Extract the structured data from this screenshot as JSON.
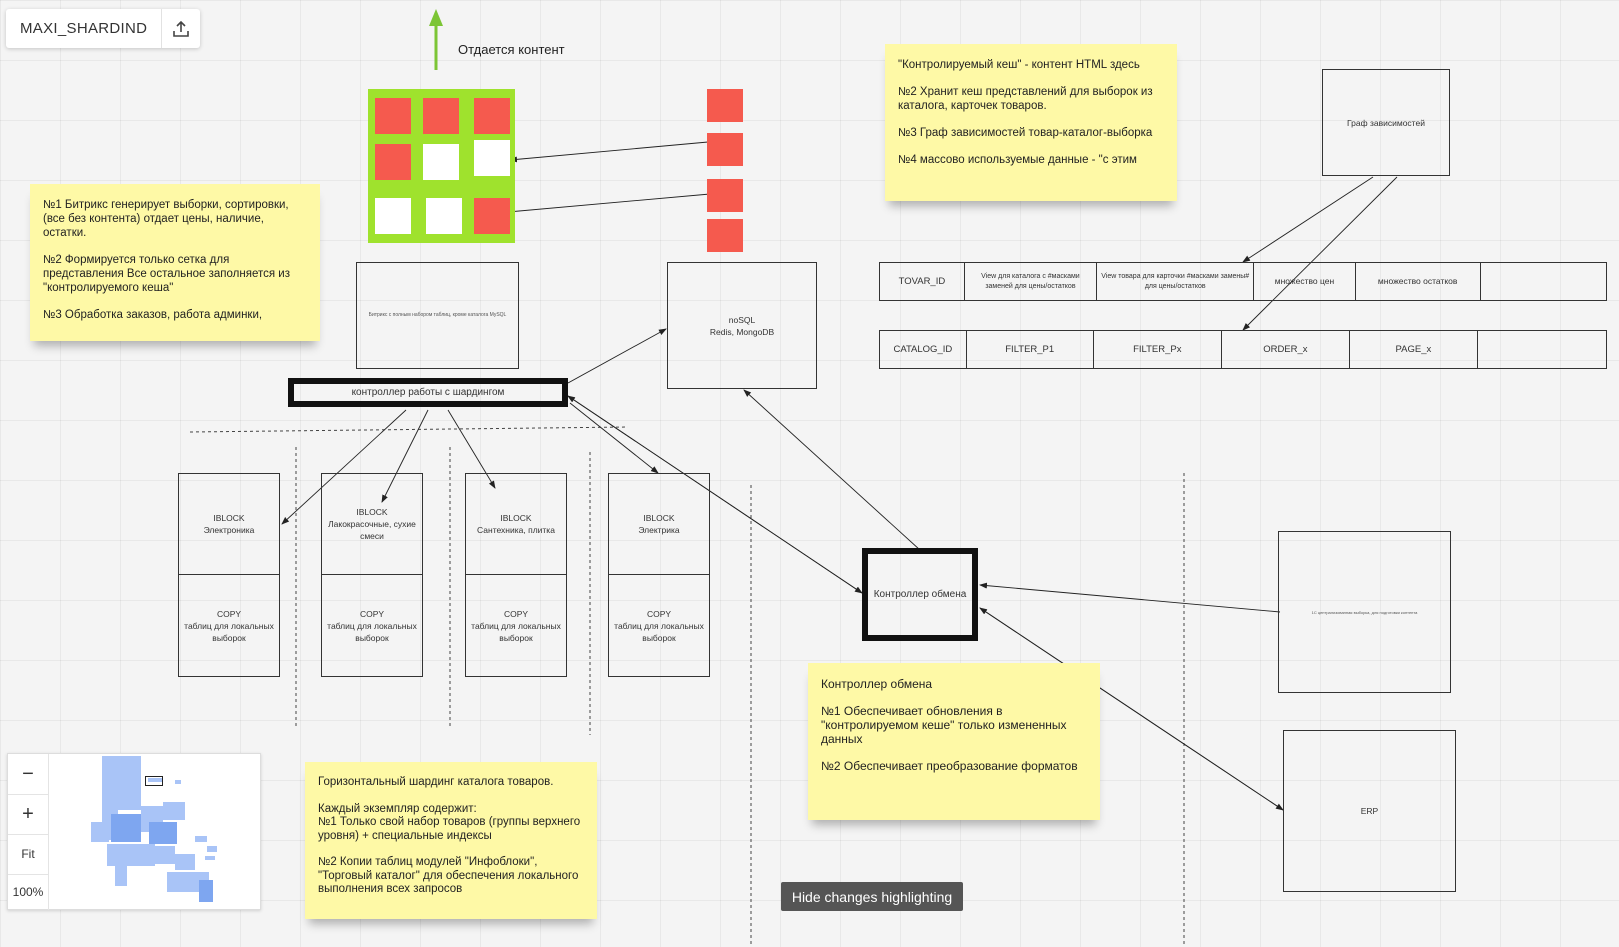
{
  "board": {
    "title": "MAXI_SHARDIND",
    "share_icon": "upload-icon"
  },
  "top_label": "Отдается контент",
  "notes": {
    "cache": [
      "\"Контролируемый кеш\" - контент HTML здесь",
      "№2 Хранит кеш представлений для выборок из каталога, карточек товаров.",
      "№3 Граф зависимостей товар-каталог-выборка",
      "№4 массово используемые данные - \"с этим"
    ],
    "bitrix": [
      "№1 Битрикс генерирует выборки, сортировки, (все без контента) отдает цены, наличие, остатки.",
      "№2 Формируется только сетка для представления Все остальное заполняется из \"контролируемого кеша\"",
      "№3 Обработка заказов, работа админки,"
    ],
    "exchange": [
      "Контроллер обмена",
      "№1 Обеспечивает обновления в \"контролируемом кеше\" только измененных данных",
      "№2 Обеспечивает преобразование форматов"
    ],
    "sharding": [
      "Горизонтальный шардинг каталога товаров.",
      "Каждый экземпляр содержит:\n№1 Только свой  набор товаров (группы верхнего уровня) + специальные индексы",
      "№2 Копии таблиц модулей \"Инфоблоки\", \"Торговый каталог\" для обеспечения локального выполнения всех запросов"
    ]
  },
  "boxes": {
    "dep_graph": "Граф зависимостей",
    "bitrix_db": "Битрикс с полным набором таблиц, кроме каталога MySQL",
    "nosql": [
      "noSQL",
      "Redis, MongoDB"
    ],
    "shard_controller": "контроллер работы с шардингом",
    "exchange_controller": "Контроллер обмена",
    "external_source": "1С централизованная выборка, для подготовки контента",
    "erp": "ERP"
  },
  "shards": [
    {
      "iblock": [
        "IBLOCK",
        "Электроника"
      ],
      "copy": [
        "COPY",
        "таблиц для локальных",
        "выборок"
      ]
    },
    {
      "iblock": [
        "IBLOCK",
        "Лакокрасочные, сухие",
        "смеси"
      ],
      "copy": [
        "COPY",
        "таблиц для локальных",
        "выборок"
      ]
    },
    {
      "iblock": [
        "IBLOCK",
        "Сантехника, плитка"
      ],
      "copy": [
        "COPY",
        "таблиц для локальных",
        "выборок"
      ]
    },
    {
      "iblock": [
        "IBLOCK",
        "Электрика"
      ],
      "copy": [
        "COPY",
        "таблиц для локальных",
        "выборок"
      ]
    }
  ],
  "tovar_row": [
    "TOVAR_ID",
    "View для каталога с #масками заменей для цены/остатков",
    "View товара для карточки #масками замены# для цены/остатков",
    "множество цен",
    "множество остатков",
    ""
  ],
  "catalog_row": [
    "CATALOG_ID",
    "FILTER_P1",
    "FILTER_Px",
    "ORDER_x",
    "PAGE_x",
    ""
  ],
  "zoom": {
    "minus": "−",
    "plus": "+",
    "fit": "Fit",
    "level": "100%"
  },
  "hide_button": "Hide changes highlighting",
  "colors": {
    "note": "#fef9a6",
    "green_grid": "#9fe22d",
    "red": "#f55a4e",
    "arrow_green": "#7cc535"
  }
}
